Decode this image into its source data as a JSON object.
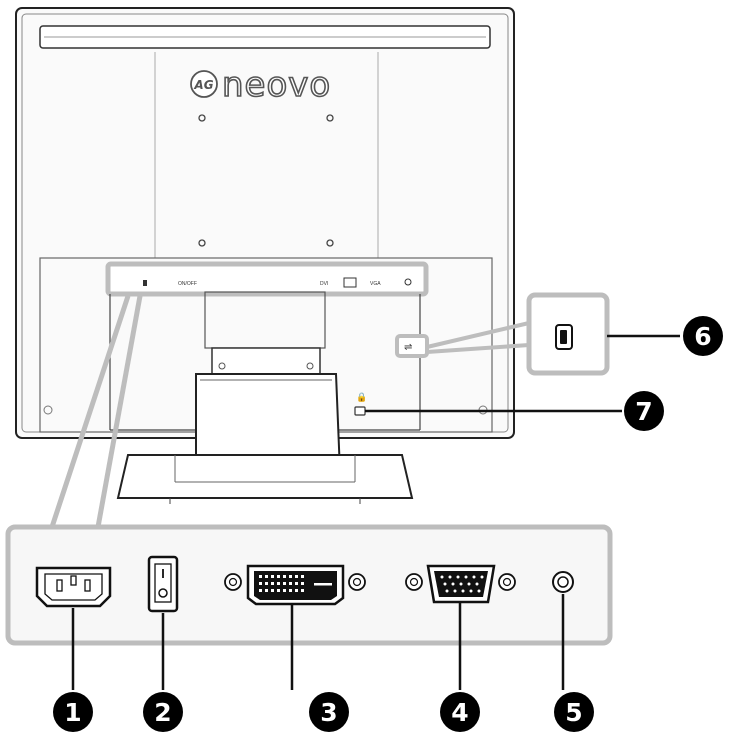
{
  "brand": {
    "logo_mark": "AG",
    "name": "neovo"
  },
  "rear_labels": {
    "power_label": "ON/OFF",
    "dvi_label": "DVI",
    "vga_label": "VGA"
  },
  "callouts": [
    {
      "number": "1",
      "icon": "ac-power-inlet-icon"
    },
    {
      "number": "2",
      "icon": "power-switch-icon"
    },
    {
      "number": "3",
      "icon": "dvi-port-icon"
    },
    {
      "number": "4",
      "icon": "vga-port-icon"
    },
    {
      "number": "5",
      "icon": "audio-jack-icon"
    },
    {
      "number": "6",
      "icon": "usb-port-icon"
    },
    {
      "number": "7",
      "icon": "kensington-lock-icon"
    }
  ],
  "colors": {
    "line": "#111111",
    "highlight": "#bdbdbd",
    "panel": "#f7f7f7",
    "callout_fill": "#000000"
  }
}
